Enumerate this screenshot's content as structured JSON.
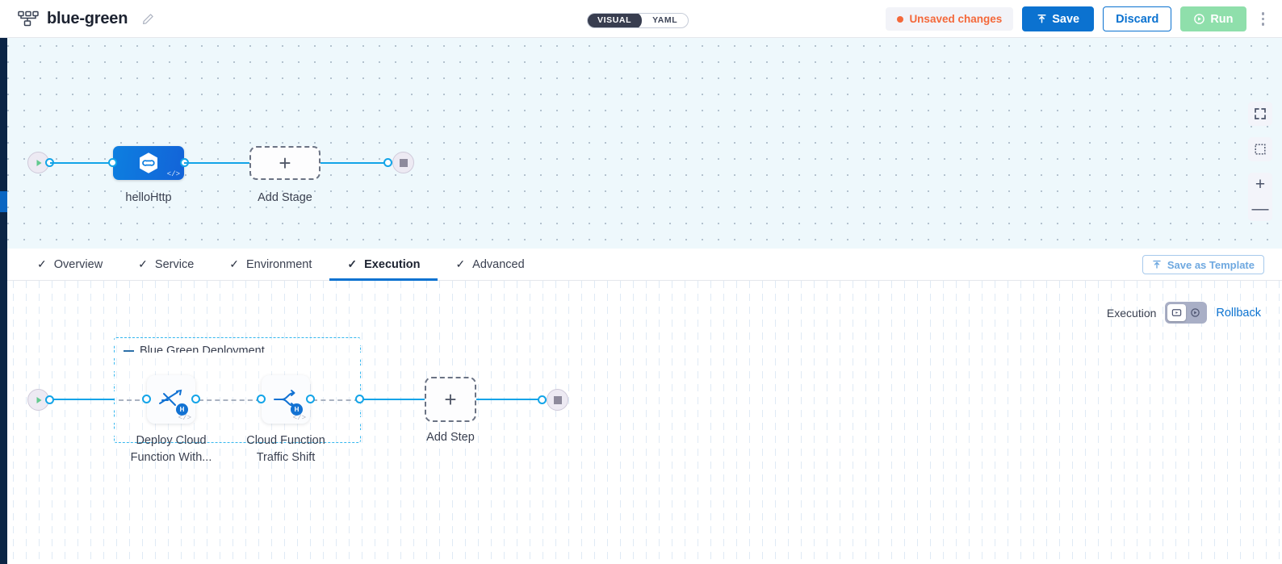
{
  "header": {
    "pipeline_icon": "pipeline-nodes-icon",
    "title": "blue-green",
    "edit_icon": "pencil-icon",
    "mode_toggle": {
      "visual": "VISUAL",
      "yaml": "YAML",
      "selected": "VISUAL"
    },
    "unsaved": "Unsaved changes",
    "save": "Save",
    "discard": "Discard",
    "run": "Run",
    "accent_blue": "#0b72d0",
    "run_green": "#8fdfab",
    "unsaved_orange": "#f4683a"
  },
  "top_canvas": {
    "start_node": "start-play-icon",
    "stage": {
      "label": "helloHttp",
      "icon": "hexagon-link-icon",
      "code_badge": "</>"
    },
    "add_stage": {
      "label": "Add Stage",
      "glyph": "+"
    },
    "end_node": "end-stop-icon",
    "controls": {
      "fullscreen": "fullscreen-icon",
      "fit": "fit-to-screen-icon",
      "zoom_in": "+",
      "zoom_out": "—"
    }
  },
  "tabs": {
    "items": [
      {
        "label": "Overview",
        "check": "✓",
        "active": false
      },
      {
        "label": "Service",
        "check": "✓",
        "active": false
      },
      {
        "label": "Environment",
        "check": "✓",
        "active": false
      },
      {
        "label": "Execution",
        "check": "✓",
        "active": true
      },
      {
        "label": "Advanced",
        "check": "✓",
        "active": false
      }
    ],
    "save_as_template": "Save as Template"
  },
  "execution_bar": {
    "label": "Execution",
    "toggle_left_icon": "execution-view-icon",
    "toggle_right_icon": "rollback-view-icon",
    "toggle_selected": "execution-view-icon",
    "rollback_link": "Rollback"
  },
  "bottom_canvas": {
    "start_node": "start-play-icon",
    "group": {
      "title": "Blue Green Deployment"
    },
    "steps": [
      {
        "label": "Deploy Cloud\nFunction With...",
        "icon": "deploy-cloud-function-icon",
        "badge": "H",
        "code_badge": "</>"
      },
      {
        "label": "Cloud Function\nTraffic Shift",
        "icon": "traffic-shift-fork-icon",
        "badge": "H",
        "code_badge": "</>"
      }
    ],
    "add_step": {
      "label": "Add Step",
      "glyph": "+"
    },
    "end_node": "end-stop-icon"
  }
}
